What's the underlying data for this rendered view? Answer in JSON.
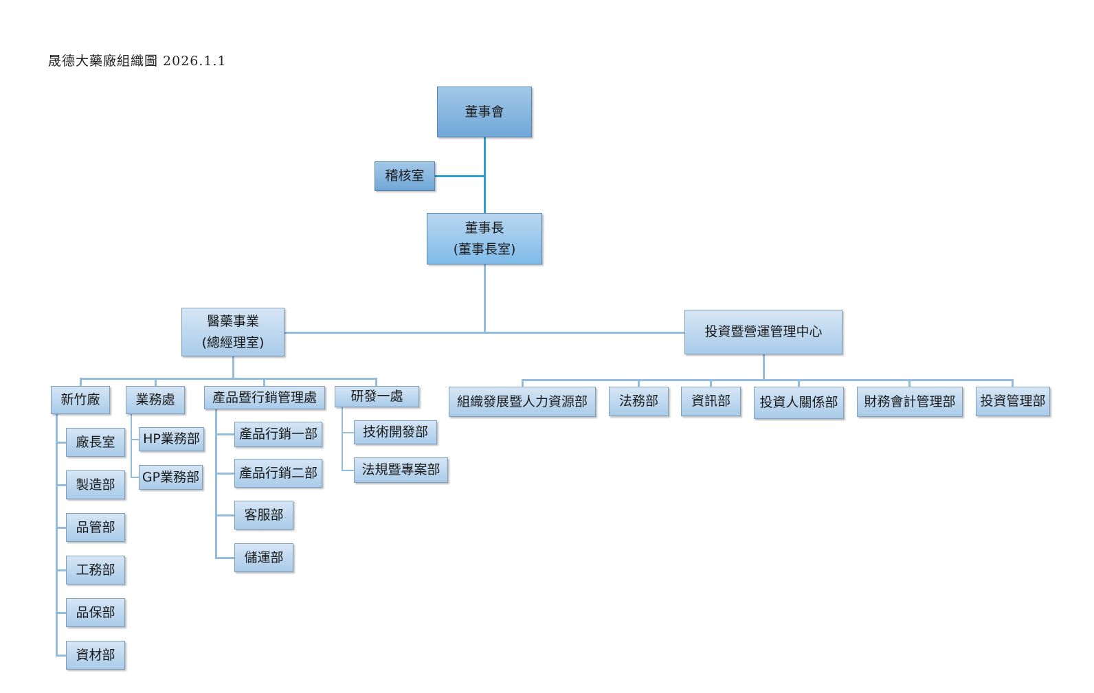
{
  "title": "晟德大藥廠組織圖 2026.1.1",
  "colors": {
    "top_box": "#70a7d8",
    "sub_box": "#a9cbe9",
    "connector": "#94bcdc",
    "top_connector": "#2ea0d0"
  },
  "nodes": {
    "board": "董事會",
    "audit": "稽核室",
    "chairman": "董事長",
    "chairman_office": "(董事長室)",
    "pharma": "醫藥事業",
    "pharma_office": "(總經理室)",
    "invest_center": "投資暨營運管理中心",
    "hsinchu": {
      "label": "新竹廠",
      "children": [
        "廠長室",
        "製造部",
        "品管部",
        "工務部",
        "品保部",
        "資材部"
      ]
    },
    "sales": {
      "label": "業務處",
      "children": [
        "HP業務部",
        "GP業務部"
      ]
    },
    "marketing": {
      "label": "產品暨行銷管理處",
      "children": [
        "產品行銷一部",
        "產品行銷二部",
        "客服部",
        "儲運部"
      ]
    },
    "rd": {
      "label": "研發一處",
      "children": [
        "技術開發部",
        "法規暨專案部"
      ]
    },
    "invest_children": [
      "組織發展暨人力資源部",
      "法務部",
      "資訊部",
      "投資人關係部",
      "財務會計管理部",
      "投資管理部"
    ]
  }
}
